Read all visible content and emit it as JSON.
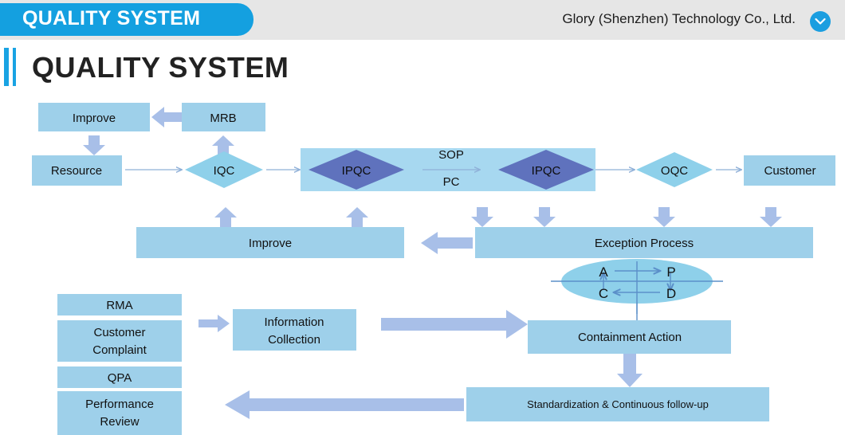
{
  "header": {
    "tab_label": "QUALITY SYSTEM",
    "company": "Glory (Shenzhen) Technology Co., Ltd.",
    "chevron_icon": "chevron-down-icon",
    "tab_color": "#14a0e0",
    "bar_color": "#e6e6e6"
  },
  "title": {
    "text": "QUALITY SYSTEM",
    "accent_color": "#19a3e3"
  },
  "colors": {
    "box": "#9ed0ea",
    "band": "#a7d8f0",
    "diamond": "#8ed0ea",
    "diamond_dark": "#5f72bd",
    "arrow": "#a8bfe8",
    "thin_line": "#8fb0d8",
    "pdca_line": "#5b8fc9"
  },
  "flow": {
    "nodes": {
      "improve_top": "Improve",
      "mrb": "MRB",
      "resource": "Resource",
      "iqc": "IQC",
      "ipqc_left": "IPQC",
      "ipqc_right": "IPQC",
      "sop": "SOP",
      "pc": "PC",
      "oqc": "OQC",
      "customer": "Customer",
      "improve_bottom": "Improve",
      "exception_process": "Exception Process",
      "rma": "RMA",
      "customer_complaint_1": "Customer",
      "customer_complaint_2": "Complaint",
      "qpa": "QPA",
      "performance_review_1": "Performance",
      "performance_review_2": "Review",
      "information_collection_1": "Information",
      "information_collection_2": "Collection",
      "containment_action": "Containment Action",
      "standardization": "Standardization & Continuous follow-up"
    },
    "pdca": {
      "plan": "P",
      "do": "D",
      "check": "C",
      "act": "A"
    }
  }
}
